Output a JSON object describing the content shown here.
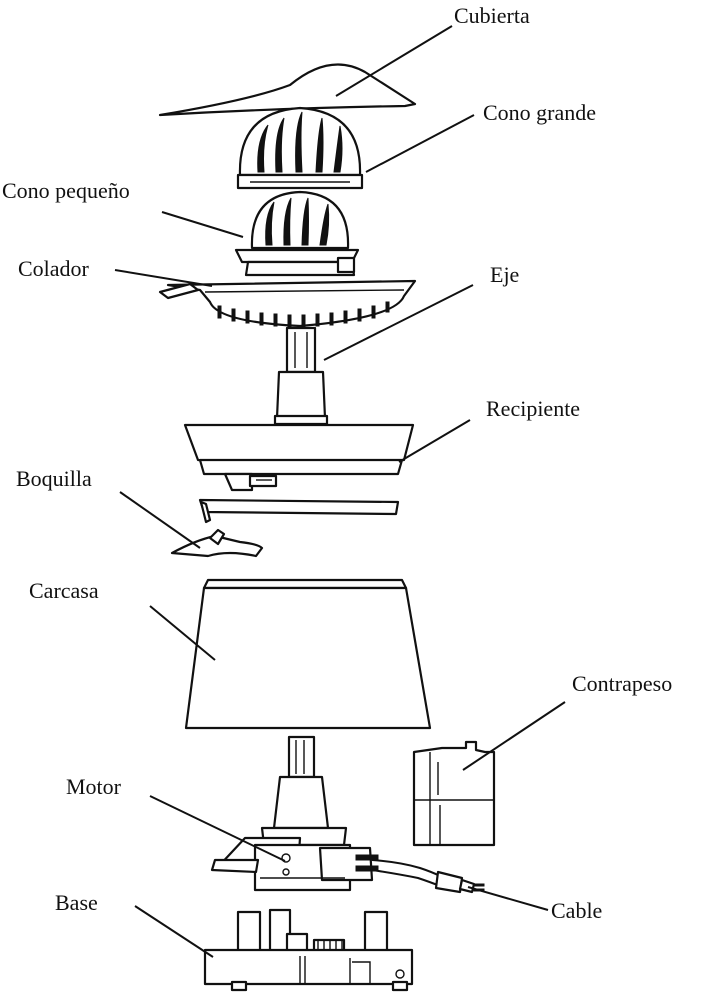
{
  "labels": {
    "cubierta": "Cubierta",
    "cono_grande": "Cono grande",
    "cono_pequeno": "Cono pequeño",
    "colador": "Colador",
    "eje": "Eje",
    "recipiente": "Recipiente",
    "boquilla": "Boquilla",
    "carcasa": "Carcasa",
    "contrapeso": "Contrapeso",
    "motor": "Motor",
    "base": "Base",
    "cable": "Cable"
  }
}
